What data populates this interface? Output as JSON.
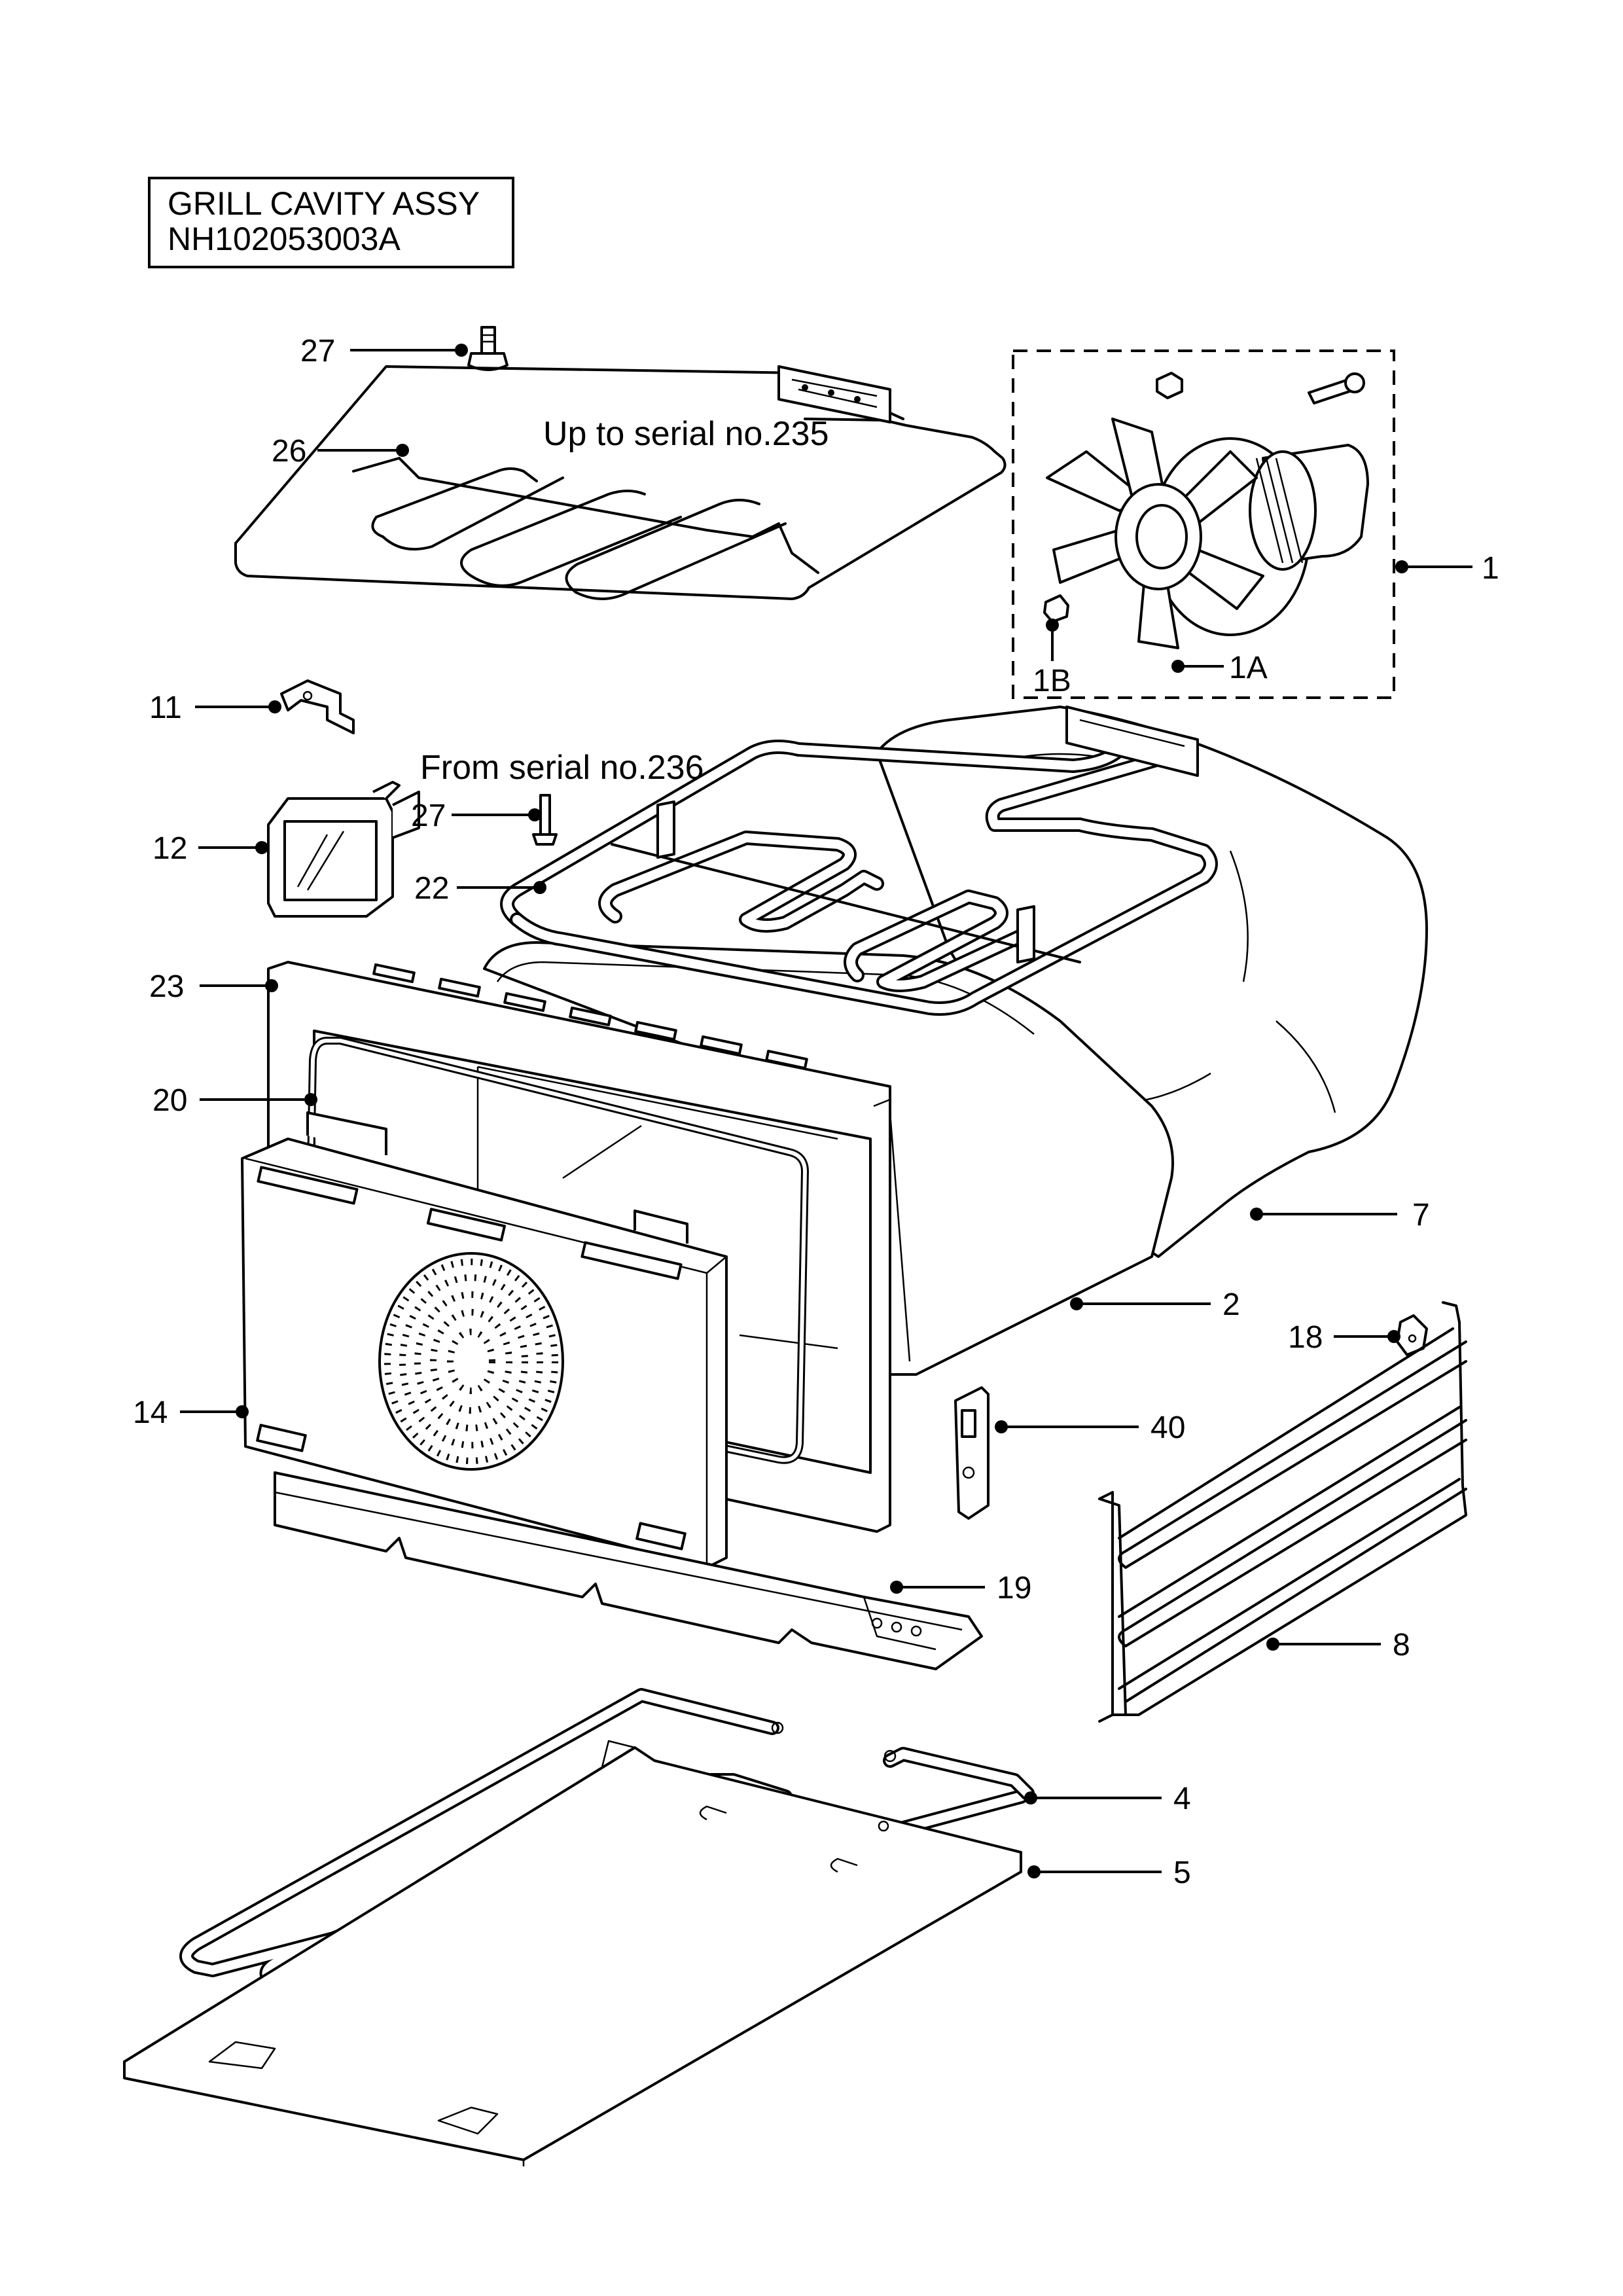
{
  "title_box": {
    "line1": "GRILL CAVITY ASSY",
    "line2": "NH102053003A"
  },
  "notes": {
    "upto_serial": "Up to serial no.235",
    "from_serial": "From serial no.236"
  },
  "callouts": [
    {
      "id": "c27a",
      "label": "27"
    },
    {
      "id": "c26",
      "label": "26"
    },
    {
      "id": "c1",
      "label": "1"
    },
    {
      "id": "c1a",
      "label": "1A"
    },
    {
      "id": "c1b",
      "label": "1B"
    },
    {
      "id": "c11",
      "label": "11"
    },
    {
      "id": "c27b",
      "label": "27"
    },
    {
      "id": "c12",
      "label": "12"
    },
    {
      "id": "c22",
      "label": "22"
    },
    {
      "id": "c23",
      "label": "23"
    },
    {
      "id": "c20",
      "label": "20"
    },
    {
      "id": "c7",
      "label": "7"
    },
    {
      "id": "c2",
      "label": "2"
    },
    {
      "id": "c18",
      "label": "18"
    },
    {
      "id": "c14",
      "label": "14"
    },
    {
      "id": "c40",
      "label": "40"
    },
    {
      "id": "c19",
      "label": "19"
    },
    {
      "id": "c8",
      "label": "8"
    },
    {
      "id": "c4",
      "label": "4"
    },
    {
      "id": "c5",
      "label": "5"
    }
  ]
}
